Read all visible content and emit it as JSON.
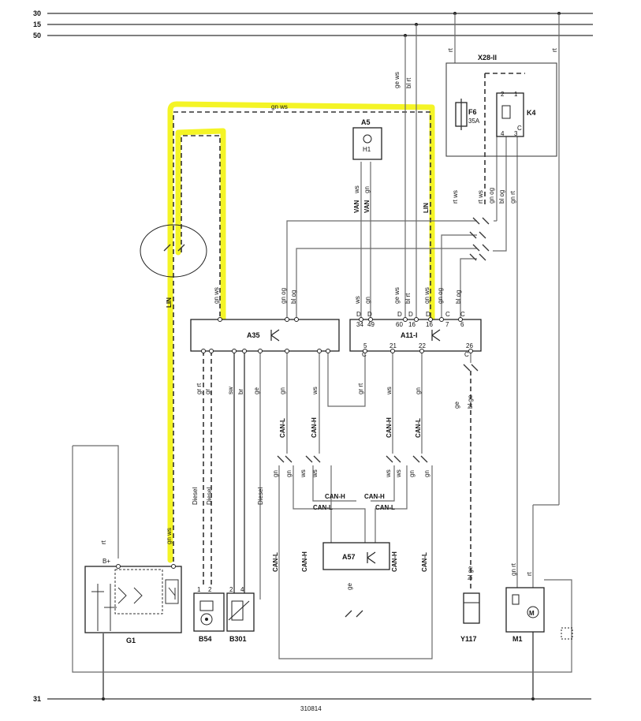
{
  "rails": {
    "r30": "30",
    "r15": "15",
    "r50": "50",
    "r31": "31"
  },
  "drawing_number": "310814",
  "components": {
    "x28": "X28-II",
    "f6": "F6",
    "f6_rating": "35A",
    "k4": "K4",
    "a5": "A5",
    "h1": "H1",
    "a35": "A35",
    "a11": "A11-I",
    "a57": "A57",
    "g1": "G1",
    "b54": "B54",
    "b301": "B301",
    "y117": "Y117",
    "m1": "M1",
    "g1_bplus": "B+"
  },
  "wire_labels": {
    "gn_ws": "gn ws",
    "ge_ws": "ge ws",
    "bl_rt": "bl rt",
    "rt": "rt",
    "ws": "ws",
    "gn": "gn",
    "van": "VAN",
    "lin": "LIN",
    "rt_ws": "rt ws",
    "gn_og": "gn og",
    "gn_rt": "gn rt",
    "bl_og": "bl og",
    "gr_rt": "gr rt",
    "gr": "gr",
    "sw": "sw",
    "br": "br",
    "ge": "ge",
    "can_l": "CAN-L",
    "can_h": "CAN-H",
    "bl_ge": "bl ge",
    "diesel": "Diesel"
  },
  "pins": {
    "a11_top": [
      "34",
      "49",
      "60",
      "16",
      "16",
      "7",
      "6"
    ],
    "a11_bottom": [
      "5",
      "21",
      "22",
      "26"
    ],
    "k4": [
      "2",
      "1",
      "4",
      "3"
    ],
    "b54": [
      "1",
      "2"
    ],
    "b301": [
      "2",
      "4"
    ],
    "a11_conn": [
      "D",
      "D",
      "D",
      "D",
      "D",
      "C",
      "C",
      "C",
      "C"
    ],
    "x28_conn": "C"
  }
}
